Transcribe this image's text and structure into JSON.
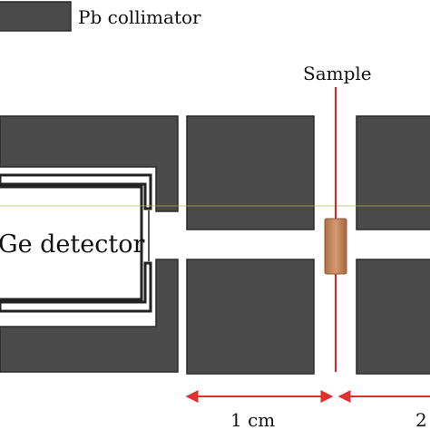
{
  "legend": {
    "label": "Pb collimator",
    "swatch_color": "#4a4a4a"
  },
  "labels": {
    "sample": "Sample",
    "detector": "Ge detector",
    "dim1": "1 cm",
    "dim2": "2"
  },
  "colors": {
    "block": "#4a4a4a",
    "block_edge": "#2a2a2a",
    "sample": "#c98a5e",
    "sample_line": "#e02020",
    "arrow": "#e03030",
    "beam_line": "#b8b24a"
  }
}
